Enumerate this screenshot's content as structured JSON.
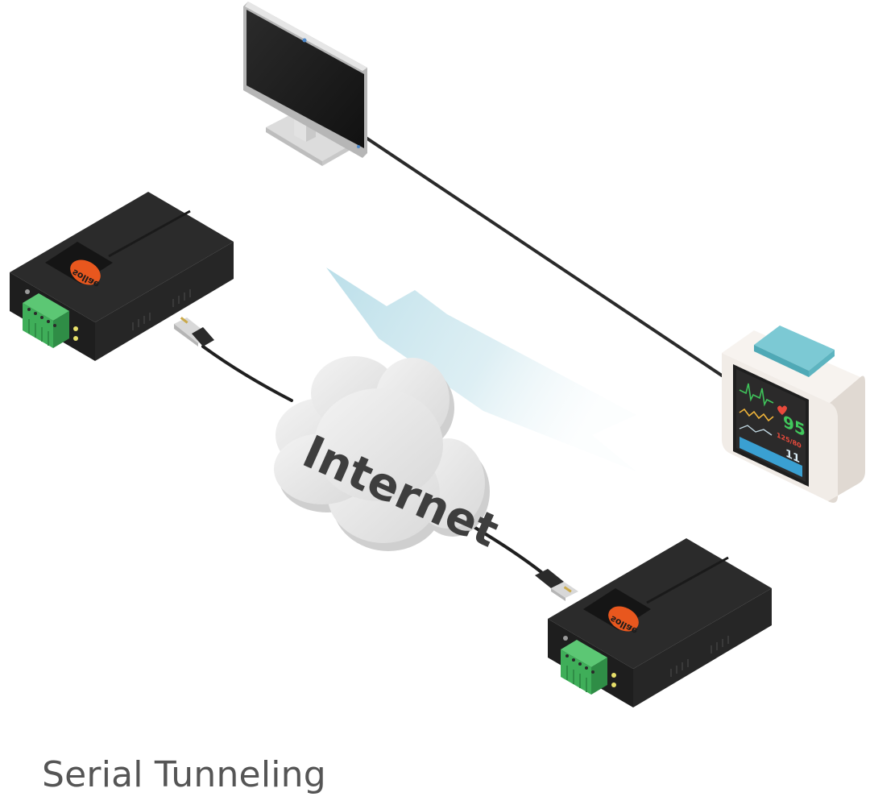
{
  "diagram": {
    "caption": "Serial Tunneling",
    "cloud_label": "Internet",
    "device_brand": "sollae",
    "patient_monitor": {
      "heart_rate": "95",
      "blood_pressure": "125/80",
      "resp_rate": "11"
    }
  },
  "colors": {
    "caption": "#555555",
    "device_body": "#232323",
    "logo": "#e8571e",
    "terminal_block": "#3fae59",
    "cloud": "#e6e6e6",
    "signal_beam": "#bfe0ea",
    "monitor_case": "#f1ece7",
    "monitor_top": "#7cc9d4"
  }
}
